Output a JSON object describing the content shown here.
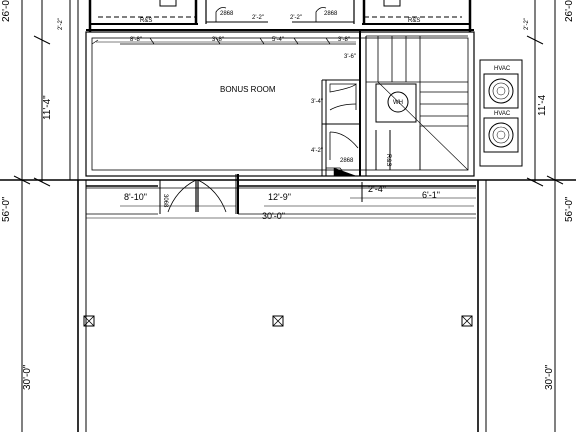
{
  "rooms": {
    "bonus_room": "BONUS ROOM"
  },
  "labels": {
    "rs_top_left": "R&S",
    "rs_top_right": "R&S",
    "rs_closet": "R&S",
    "door_2868_a": "2868",
    "door_2868_b": "2868",
    "door_2868_c": "2868",
    "door_3068": "3068",
    "water_heater": "WH",
    "hvac_1": "HVAC",
    "hvac_2": "HVAC"
  },
  "dimensions": {
    "d_26_0_left": "26'-0\"",
    "d_26_0_right": "26'-0\"",
    "d_56_0_left": "56'-0\"",
    "d_56_0_right": "56'-0\"",
    "d_30_0_left": "30'-0\"",
    "d_30_0_right": "30'-0\"",
    "d_11_4_left": "11'-4\"",
    "d_11_4_right": "11'-4",
    "d_2_2_a": "2'-2\"",
    "d_2_2_b": "2'-2\"",
    "d_2_2_c": "2'-2\"",
    "d_2_2_d": "2'-2\"",
    "d_8_8": "8'-8\"",
    "d_3_8_a": "3'-8\"",
    "d_5_4": "5'-4\"",
    "d_3_8_b": "3'-8\"",
    "d_3_6": "3'-6\"",
    "d_3_4": "3'-4\"",
    "d_4_2": "4'-2\"",
    "d_8_10": "8'-10\"",
    "d_12_9": "12'-9\"",
    "d_2_4": "2'-4\"",
    "d_6_1": "6'-1\"",
    "d_30_0_bottom": "30'-0\""
  }
}
